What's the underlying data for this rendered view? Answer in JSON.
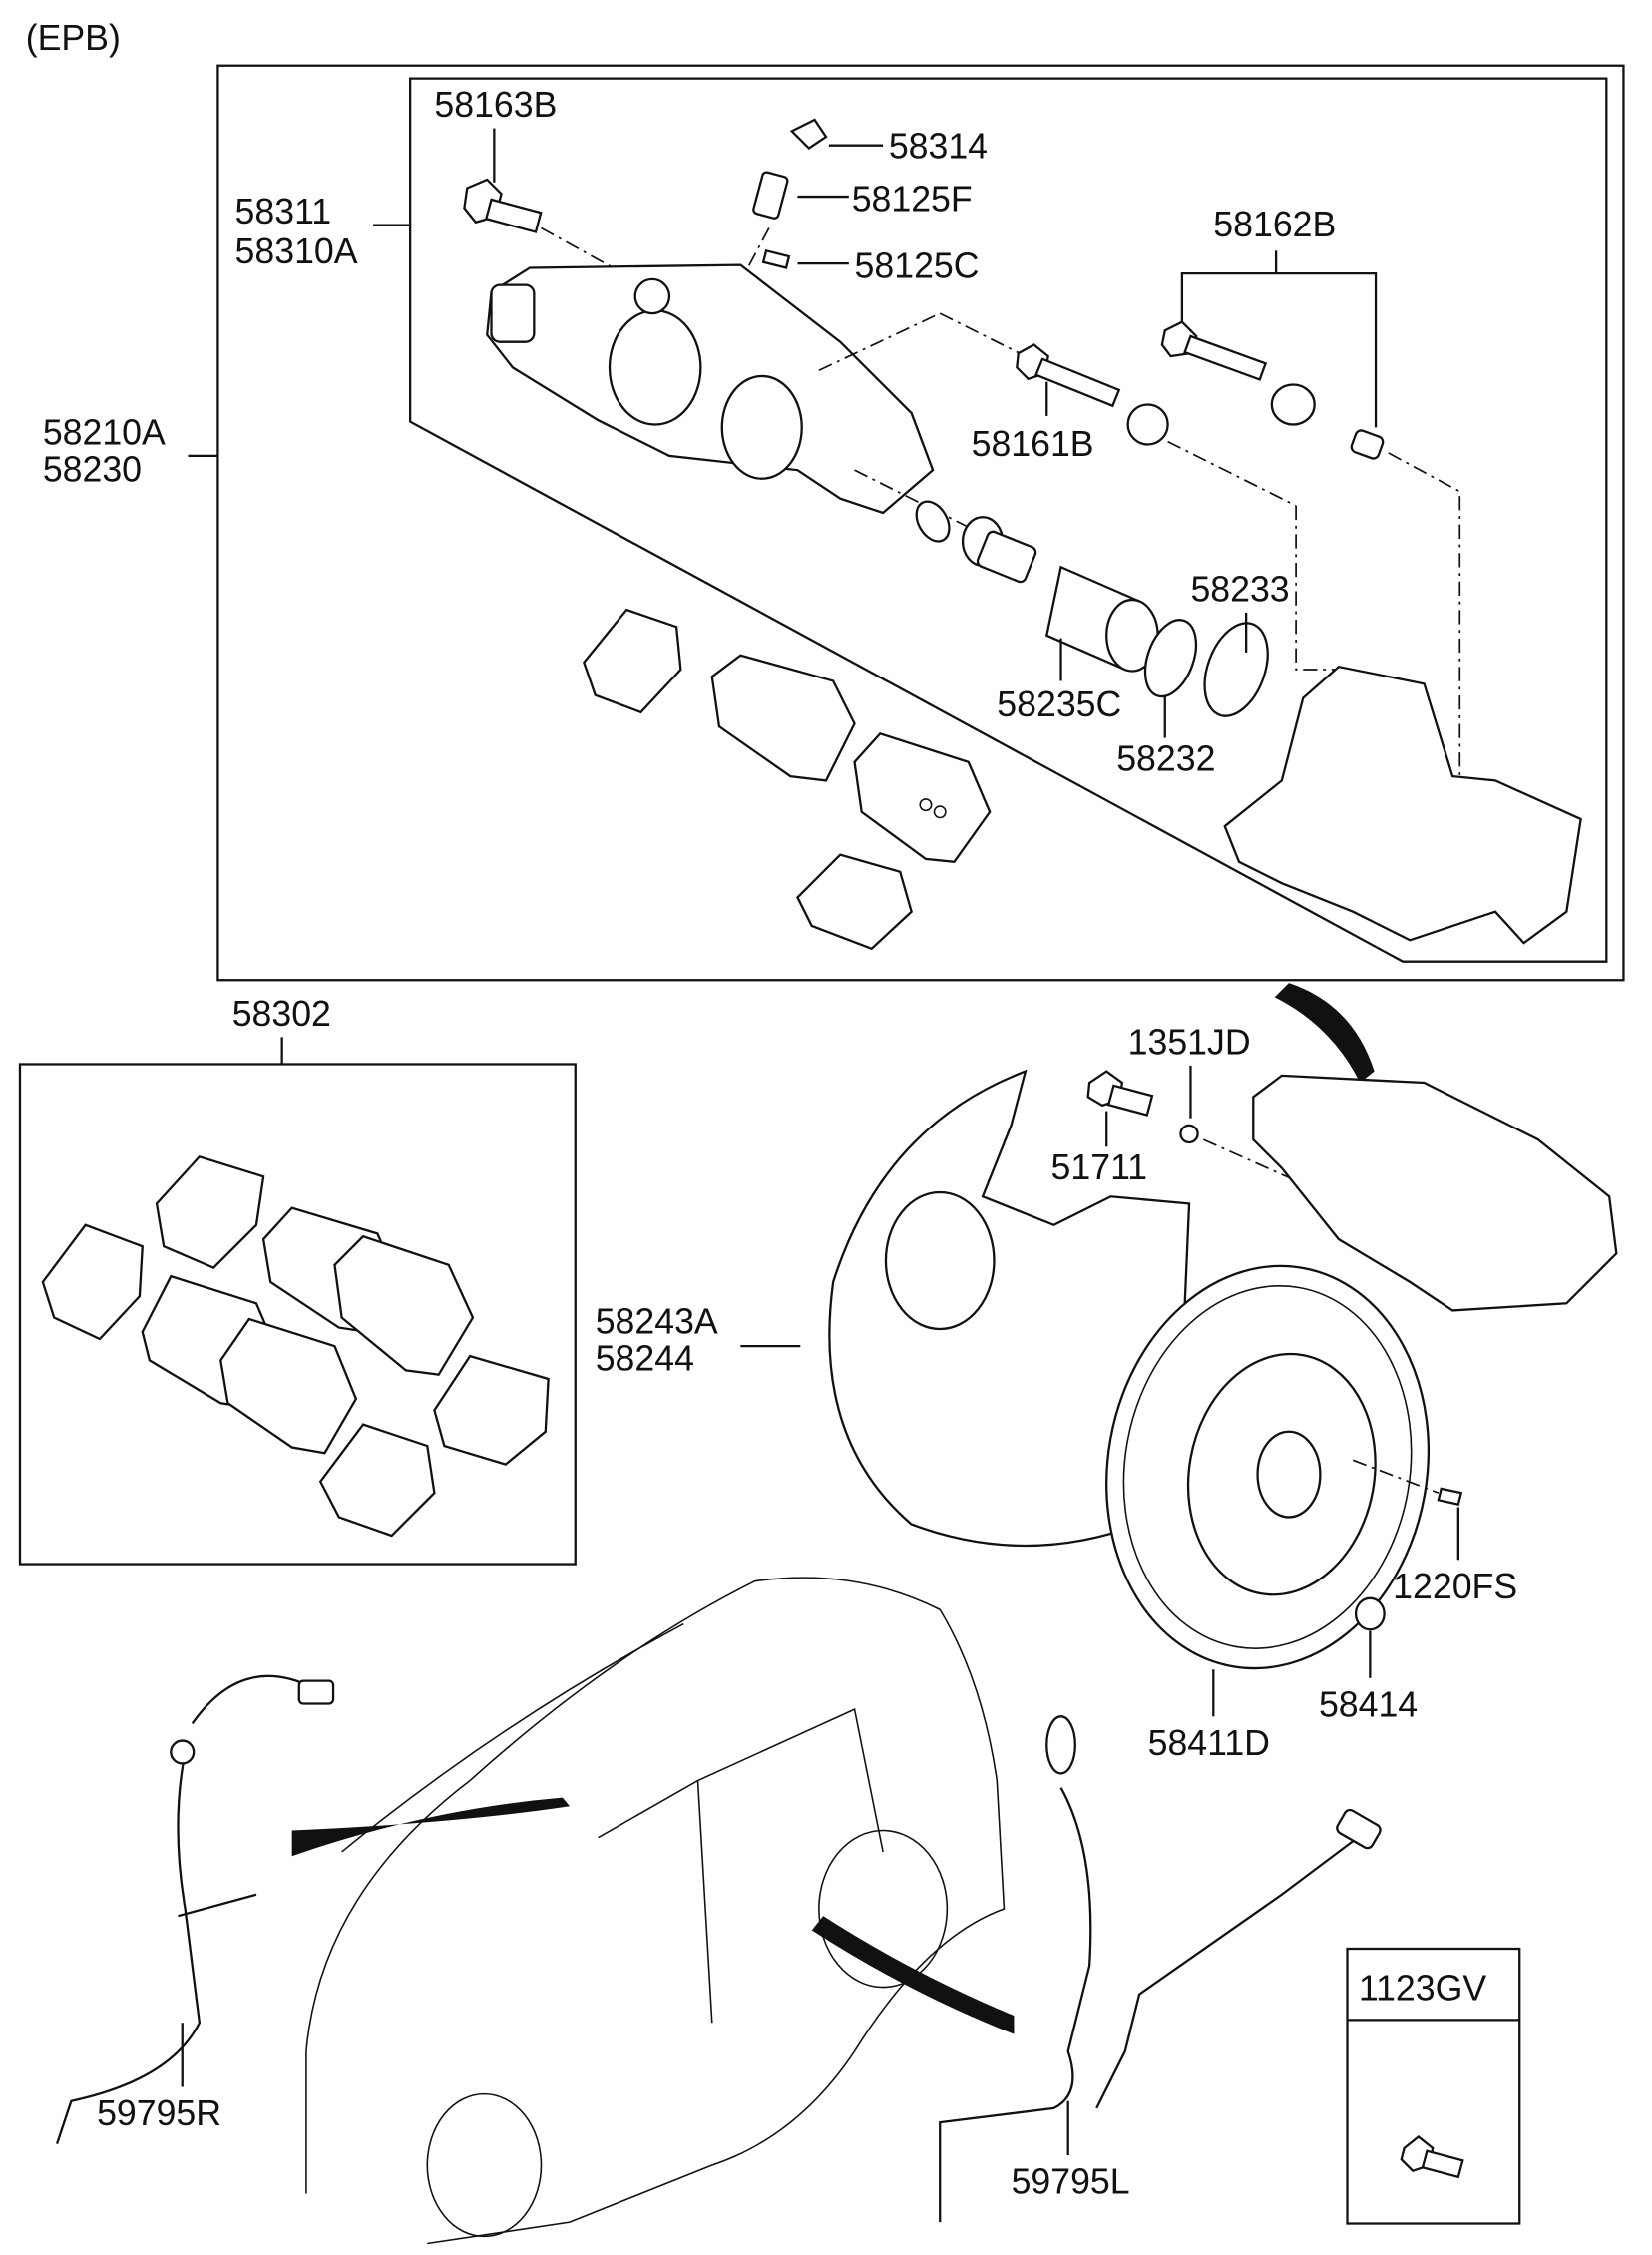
{
  "diagram": {
    "title": "(EPB)",
    "labels": {
      "p58163B": "58163B",
      "p58314": "58314",
      "p58125F": "58125F",
      "p58125C": "58125C",
      "p58162B": "58162B",
      "p58311": "58311",
      "p58310A": "58310A",
      "p58210A": "58210A",
      "p58230": "58230",
      "p58161B": "58161B",
      "p58233": "58233",
      "p58235C": "58235C",
      "p58232": "58232",
      "p58302": "58302",
      "p1351JD": "1351JD",
      "p51711": "51711",
      "p58243A": "58243A",
      "p58244": "58244",
      "p1220FS": "1220FS",
      "p58414": "58414",
      "p58411D": "58411D",
      "p1123GV": "1123GV",
      "p59795R": "59795R",
      "p59795L": "59795L"
    }
  }
}
